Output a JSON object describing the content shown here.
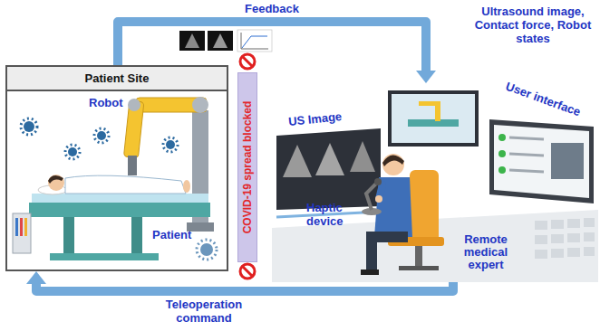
{
  "diagram": {
    "nodes": [
      {
        "text": [
          "Patient Site"
        ]
      },
      {
        "text": [
          "COVID-19 spread blocked"
        ]
      },
      {
        "text": [
          "Remote medical expert"
        ]
      }
    ],
    "edges": [
      {
        "from": 0,
        "to": 2,
        "label": "Feedback",
        "arrow": "to"
      },
      {
        "from": 2,
        "to": 0,
        "label": "Teleoperation command",
        "arrow": "to"
      }
    ],
    "labels": [
      "Robot",
      "Patient",
      "Ultrasound image, Contact force, Robot states",
      "US Image",
      "User interface",
      "Haptic device"
    ]
  }
}
